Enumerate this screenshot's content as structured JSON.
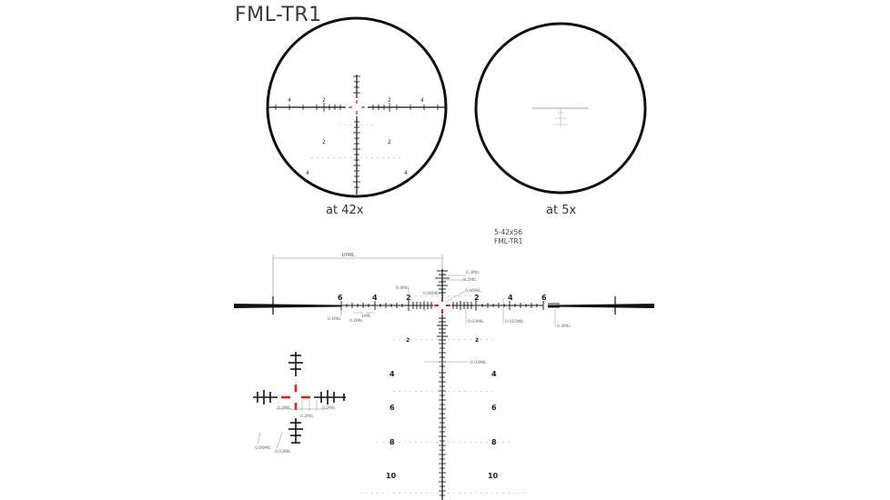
{
  "title": "FML-TR1",
  "views": [
    {
      "caption": "at 42x"
    },
    {
      "caption": "at 5x"
    }
  ],
  "spec": {
    "model": "5-42x56",
    "reticle": "FML-TR1"
  },
  "scope_42x": {
    "h_labels": [
      "4",
      "2",
      "2",
      "4"
    ],
    "v_labels": [
      "2",
      "2",
      "4",
      "4"
    ]
  },
  "detail": {
    "span_label": "10MIL",
    "h_numbers": [
      "6",
      "4",
      "2",
      "2",
      "4",
      "6"
    ],
    "v_numbers": [
      "2",
      "2",
      "4",
      "4",
      "6",
      "6",
      "8",
      "8",
      "10",
      "10"
    ],
    "annotations": {
      "a_0_1": "0.1MIL",
      "a_0_2": "0.2MIL",
      "a_1": "1MIL",
      "a_0_4": "0.4MIL",
      "a_0_06": "0.06MIL",
      "a_0_06b": "0.06MIL",
      "a_0_3top": "0.3MIL",
      "a_0_2top": "0.2MIL",
      "a_0_03": "0.03MIL",
      "a_0_015": "0.015MIL",
      "a_0_3right": "0.3MIL",
      "a_0_03v": "0.03MIL"
    },
    "inset": {
      "a_0_2l": "0.2MIL",
      "a_0_2m": "0.2MIL",
      "a_0_2r": "0.2MIL",
      "a_0_06": "0.06MIL",
      "a_0_03": "0.03MIL"
    }
  },
  "colors": {
    "reticle": "#111111",
    "center_red": "#e0201b",
    "annot": "#777777"
  }
}
